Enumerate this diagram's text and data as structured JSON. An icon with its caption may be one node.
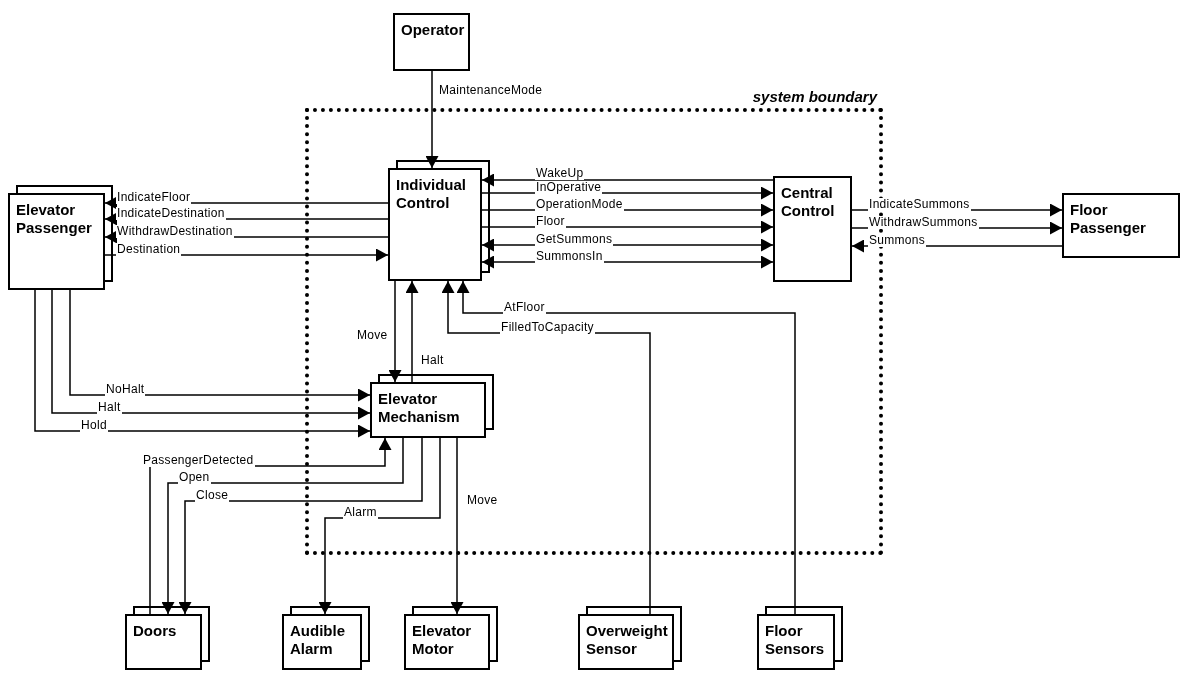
{
  "diagram": {
    "nodes": [
      {
        "text": [
          "Operator"
        ]
      },
      {
        "text": [
          "system boundary"
        ]
      },
      {
        "text": [
          "Individual Control"
        ],
        "in": 1
      },
      {
        "text": [
          "Central Control"
        ],
        "in": 1
      },
      {
        "text": [
          "Elevator Passenger"
        ]
      },
      {
        "text": [
          "Floor Passenger"
        ]
      },
      {
        "text": [
          "Elevator Mechanism"
        ],
        "in": 1
      },
      {
        "text": [
          "Doors"
        ]
      },
      {
        "text": [
          "Audible Alarm"
        ]
      },
      {
        "text": [
          "Elevator Motor"
        ]
      },
      {
        "text": [
          "Overweight Sensor"
        ]
      },
      {
        "text": [
          "Floor Sensors"
        ]
      }
    ],
    "edges": [
      {
        "from": 0,
        "to": 2,
        "arrow": "to",
        "label": "MaintenanceMode"
      },
      {
        "from": 2,
        "to": 4,
        "arrow": "to",
        "label": "IndicateFloor"
      },
      {
        "from": 2,
        "to": 4,
        "arrow": "to",
        "label": "IndicateDestination"
      },
      {
        "from": 2,
        "to": 4,
        "arrow": "to",
        "label": "WithdrawDestination"
      },
      {
        "from": 4,
        "to": 2,
        "arrow": "to",
        "label": "Destination"
      },
      {
        "from": 3,
        "to": 2,
        "arrow": "to",
        "label": "WakeUp"
      },
      {
        "from": 2,
        "to": 3,
        "arrow": "to",
        "label": "InOperative"
      },
      {
        "from": 2,
        "to": 3,
        "arrow": "to",
        "label": "OperationMode"
      },
      {
        "from": 2,
        "to": 3,
        "arrow": "to",
        "label": "Floor"
      },
      {
        "from": 2,
        "to": 3,
        "arrow": "both",
        "label": "GetSummons"
      },
      {
        "from": 2,
        "to": 3,
        "arrow": "both",
        "label": "SummonsIn"
      },
      {
        "from": 3,
        "to": 5,
        "arrow": "to",
        "label": "IndicateSummons"
      },
      {
        "from": 3,
        "to": 5,
        "arrow": "to",
        "label": "WithdrawSummons"
      },
      {
        "from": 5,
        "to": 3,
        "arrow": "to",
        "label": "Summons"
      },
      {
        "from": 2,
        "to": 6,
        "arrow": "to",
        "label": "Move"
      },
      {
        "from": 6,
        "to": 2,
        "arrow": "to",
        "label": "Halt"
      },
      {
        "from": 11,
        "to": 2,
        "arrow": "to",
        "label": "AtFloor"
      },
      {
        "from": 10,
        "to": 2,
        "arrow": "to",
        "label": "FilledToCapacity"
      },
      {
        "from": 4,
        "to": 6,
        "arrow": "to",
        "label": "NoHalt"
      },
      {
        "from": 4,
        "to": 6,
        "arrow": "to",
        "label": "Halt"
      },
      {
        "from": 4,
        "to": 6,
        "arrow": "to",
        "label": "Hold"
      },
      {
        "from": 7,
        "to": 6,
        "arrow": "to",
        "label": "PassengerDetected"
      },
      {
        "from": 6,
        "to": 7,
        "arrow": "to",
        "label": "Open"
      },
      {
        "from": 6,
        "to": 7,
        "arrow": "to",
        "label": "Close"
      },
      {
        "from": 6,
        "to": 8,
        "arrow": "to",
        "label": "Alarm"
      },
      {
        "from": 6,
        "to": 9,
        "arrow": "to",
        "label": "Move"
      }
    ]
  }
}
